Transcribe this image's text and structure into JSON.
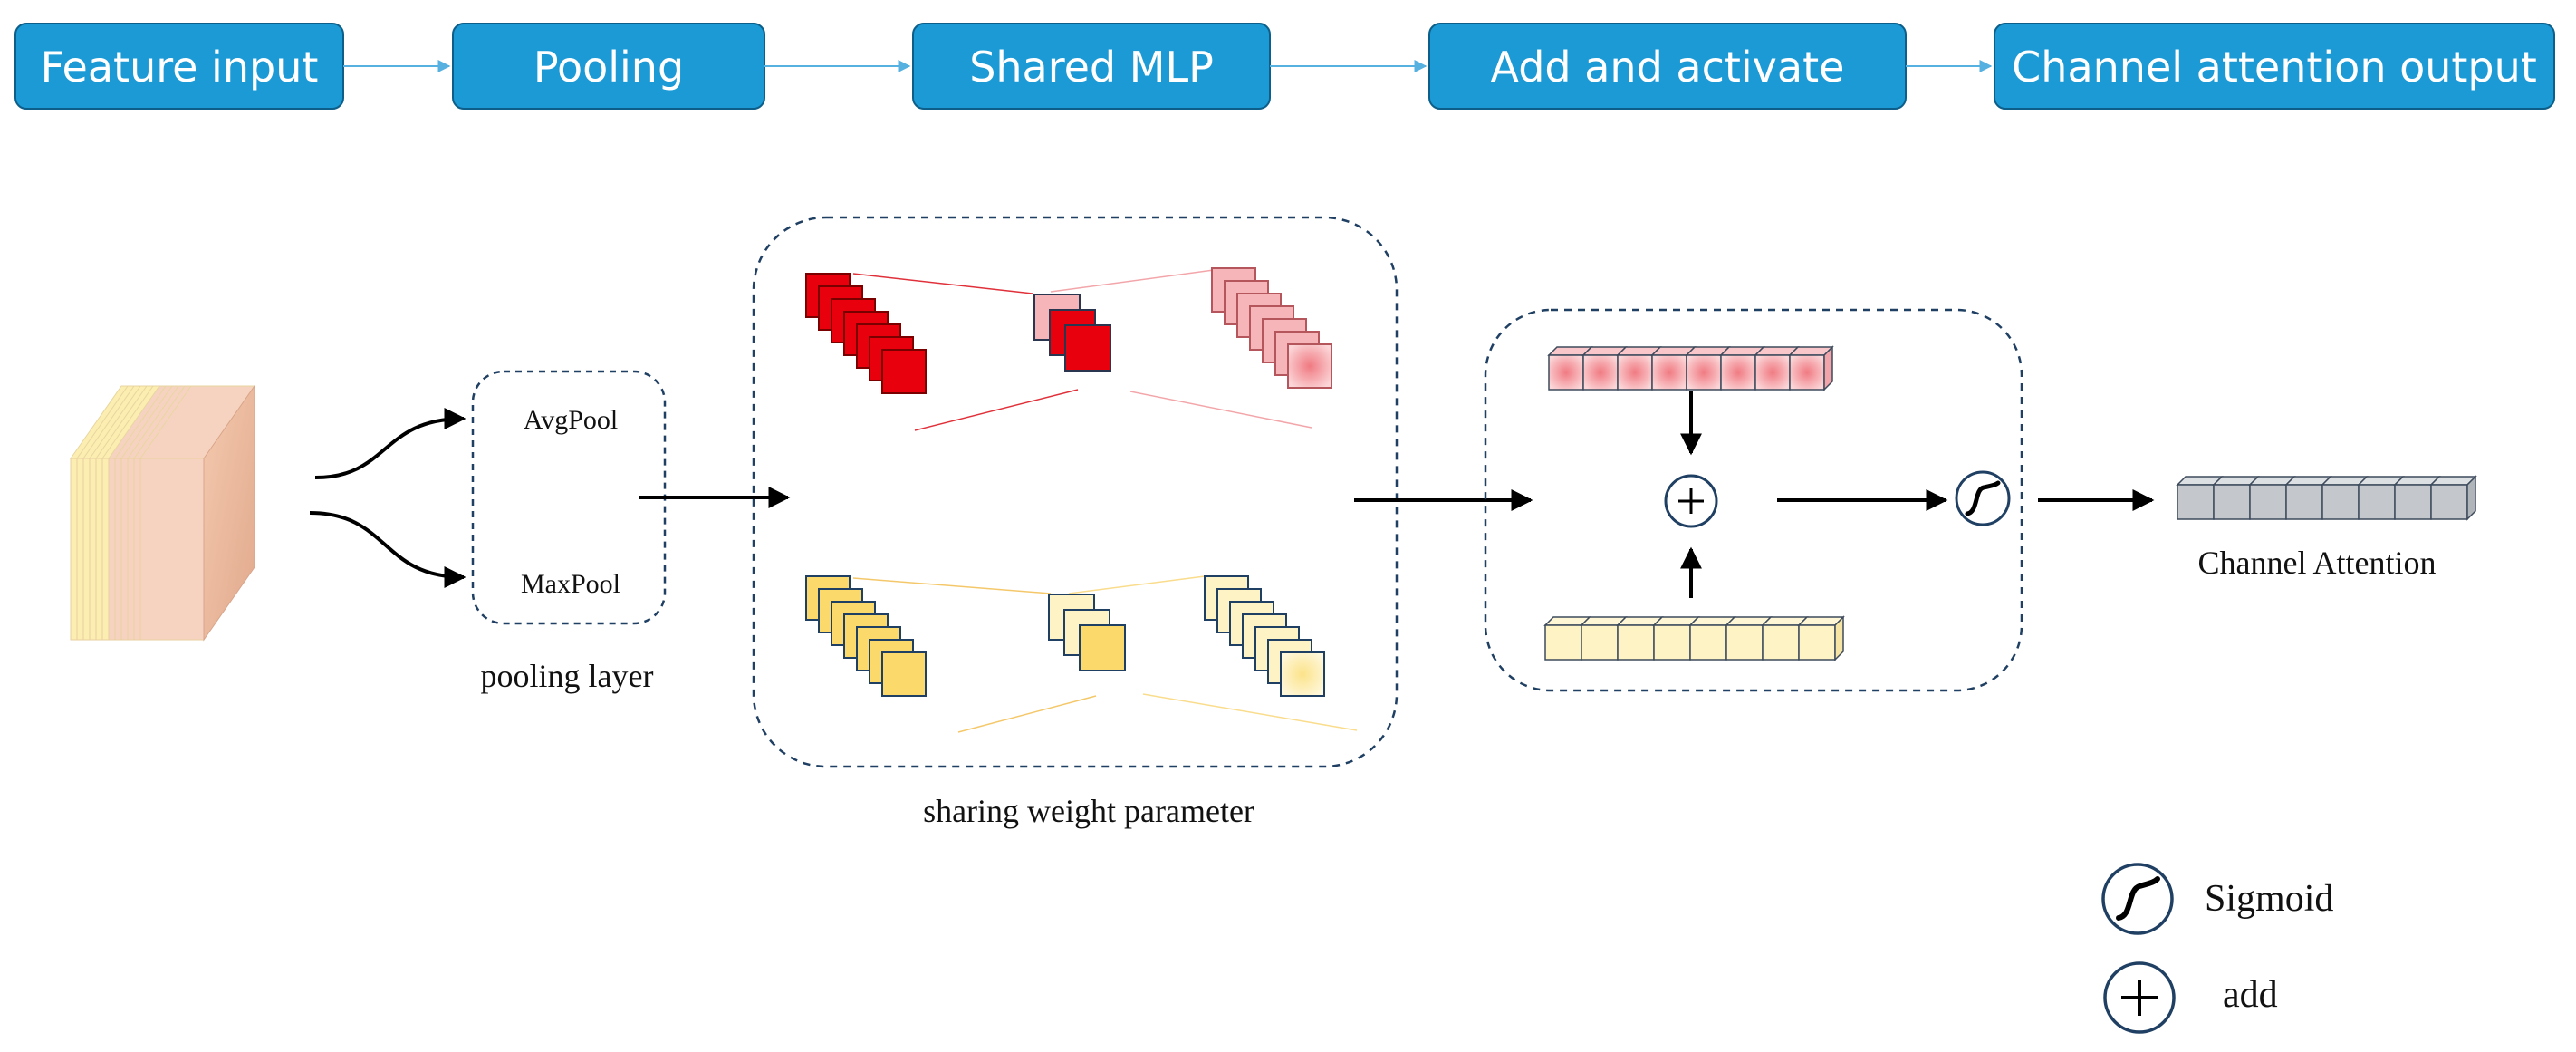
{
  "flow_steps": [
    {
      "label": "Feature input"
    },
    {
      "label": "Pooling"
    },
    {
      "label": "Shared MLP"
    },
    {
      "label": "Add and activate"
    },
    {
      "label": "Channel attention output"
    }
  ],
  "pool": {
    "avg_label": "AvgPool",
    "max_label": "MaxPool",
    "caption": "pooling layer"
  },
  "mlp": {
    "caption": "sharing weight parameter"
  },
  "output": {
    "caption": "Channel Attention"
  },
  "legend": {
    "sigmoid_label": "Sigmoid",
    "add_label": "add"
  },
  "colors": {
    "flow_box_fill": "#1b9ad6",
    "flow_box_stroke": "#0d5f8a",
    "flow_arrow": "#56b0e0",
    "dashed_border": "#1f3f63",
    "red_strong": "#e8000d",
    "red_light": "#f6b5b8",
    "yellow_strong": "#fbd96a",
    "yellow_light": "#fdf3c4",
    "gray_bar": "#c4c8cc",
    "input_yellow": "#fbeeb0",
    "input_peach": "#f2c3a6"
  },
  "icons": [
    "sigmoid-icon",
    "add-icon",
    "arrow-icon"
  ]
}
